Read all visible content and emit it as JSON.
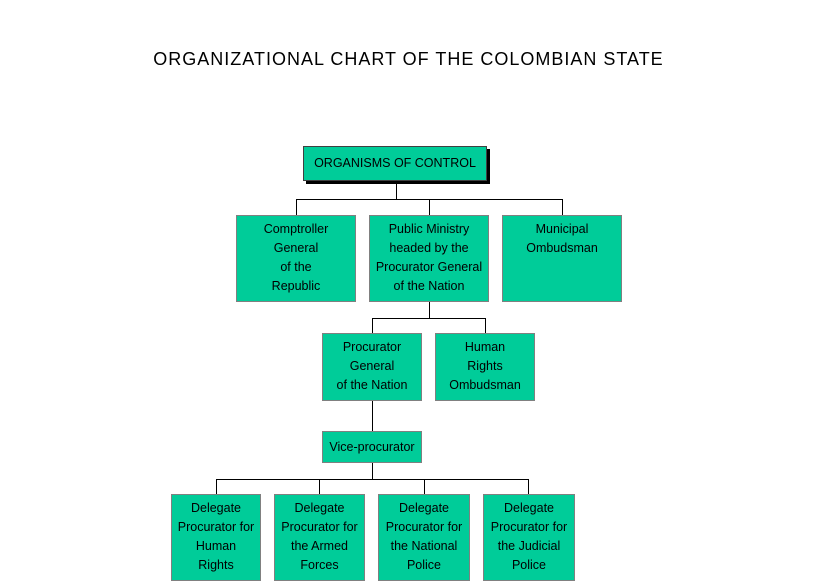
{
  "title": "ORGANIZATIONAL CHART OF THE COLOMBIAN STATE",
  "colors": {
    "box_fill": "#00CC99",
    "line": "#000000",
    "border": "#808080"
  },
  "nodes": {
    "root": "ORGANISMS OF CONTROL",
    "comptroller": "Comptroller\nGeneral\nof the\nRepublic",
    "public_ministry": "Public Ministry\nheaded by the\nProcurator General\nof the Nation",
    "municipal_ombudsman": "Municipal\nOmbudsman",
    "procurator_general": "Procurator\nGeneral\nof the Nation",
    "human_rights_ombudsman": "Human\nRights\nOmbudsman",
    "vice_procurator": "Vice-procurator",
    "delegate_human_rights": "Delegate\nProcurator for\nHuman\nRights",
    "delegate_armed_forces": "Delegate\nProcurator for\nthe Armed\nForces",
    "delegate_national_police": "Delegate\nProcurator for\nthe National\nPolice",
    "delegate_judicial_police": "Delegate\nProcurator for\nthe Judicial\nPolice"
  }
}
